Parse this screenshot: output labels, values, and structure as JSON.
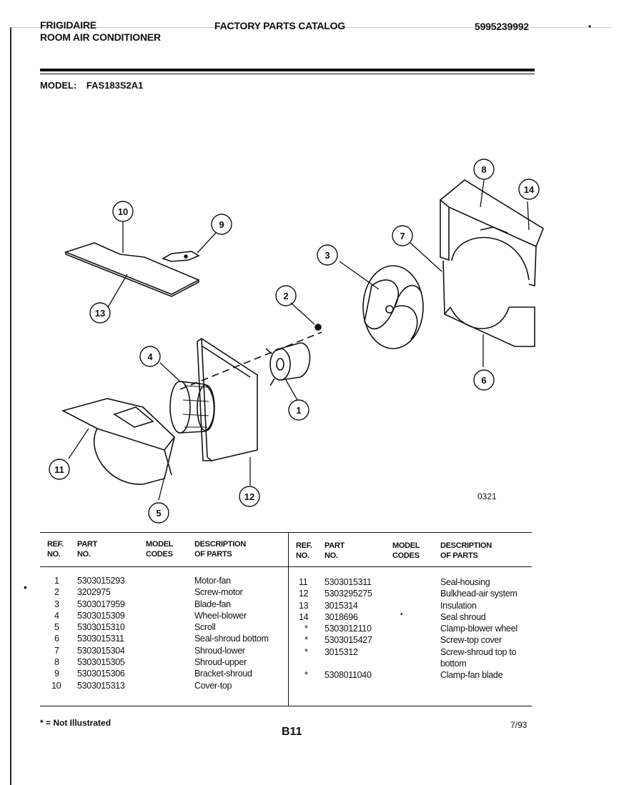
{
  "header": {
    "brand_line1": "FRIGIDAIRE",
    "brand_line2": "ROOM AIR CONDITIONER",
    "catalog_title": "FACTORY PARTS CATALOG",
    "catalog_number": "5995239992"
  },
  "model": {
    "label": "MODEL:",
    "value": "FAS183S2A1"
  },
  "diagram": {
    "code": "0321",
    "callouts": [
      "1",
      "2",
      "3",
      "4",
      "5",
      "6",
      "7",
      "8",
      "9",
      "10",
      "11",
      "12",
      "13",
      "14"
    ]
  },
  "table": {
    "headers": {
      "ref_1": "REF.",
      "ref_2": "NO.",
      "part_1": "PART",
      "part_2": "NO.",
      "model_1": "MODEL",
      "model_2": "CODES",
      "desc_1": "DESCRIPTION",
      "desc_2": "OF PARTS"
    },
    "left_rows": [
      {
        "ref": "1",
        "part": "5303015293",
        "desc": "Motor-fan"
      },
      {
        "ref": "2",
        "part": "3202975",
        "desc": "Screw-motor"
      },
      {
        "ref": "3",
        "part": "5303017959",
        "desc": "Blade-fan"
      },
      {
        "ref": "4",
        "part": "5303015309",
        "desc": "Wheel-blower"
      },
      {
        "ref": "5",
        "part": "5303015310",
        "desc": "Scroll"
      },
      {
        "ref": "6",
        "part": "5303015311",
        "desc": "Seal-shroud bottom"
      },
      {
        "ref": "7",
        "part": "5303015304",
        "desc": "Shroud-lower"
      },
      {
        "ref": "8",
        "part": "5303015305",
        "desc": "Shroud-upper"
      },
      {
        "ref": "9",
        "part": "5303015306",
        "desc": "Bracket-shroud"
      },
      {
        "ref": "10",
        "part": "5303015313",
        "desc": "Cover-top"
      }
    ],
    "right_rows": [
      {
        "ref": "11",
        "part": "5303015311",
        "desc": "Seal-housing"
      },
      {
        "ref": "12",
        "part": "5303295275",
        "desc": "Bulkhead-air system"
      },
      {
        "ref": "13",
        "part": "3015314",
        "desc": "Insulation"
      },
      {
        "ref": "14",
        "part": "3018696",
        "desc": "Seal shroud"
      },
      {
        "ref": "*",
        "part": "5303012110",
        "desc": "Clamp-blower wheel"
      },
      {
        "ref": "*",
        "part": "5303015427",
        "desc": "Screw-top cover"
      },
      {
        "ref": "*",
        "part": "3015312",
        "desc": "Screw-shroud top to"
      },
      {
        "ref": "",
        "part": "",
        "desc": "bottom"
      },
      {
        "ref": "*",
        "part": "5308011040",
        "desc": "Clamp-fan blade"
      }
    ]
  },
  "footer": {
    "note": "* = Not Illustrated",
    "page": "B11",
    "date": "7/93"
  }
}
